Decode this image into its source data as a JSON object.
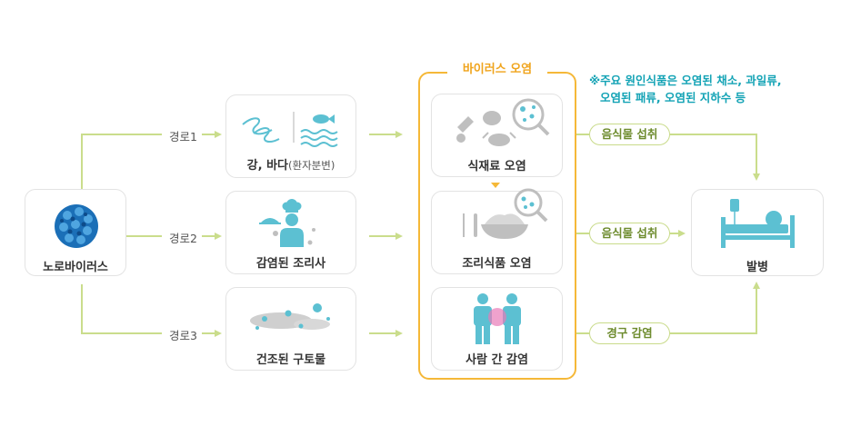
{
  "source": {
    "label": "노로바이러스"
  },
  "routes": [
    {
      "label": "경로1",
      "box_main": "강, 바다",
      "box_sub": "(환자분변)"
    },
    {
      "label": "경로2",
      "box_main": "감염된 조리사",
      "box_sub": ""
    },
    {
      "label": "경로3",
      "box_main": "건조된 구토물",
      "box_sub": ""
    }
  ],
  "virus_contamination": {
    "title": "바이러스 오염",
    "items": [
      "식재료 오염",
      "조리식품 오염",
      "사람 간 감염"
    ]
  },
  "note": {
    "line1": "※주요 원인식품은 오염된 채소, 과일류,",
    "line2": "오염된 패류, 오염된 지하수 등"
  },
  "pathways": [
    "음식물 섭취",
    "음식물 섭취",
    "경구 감염"
  ],
  "outcome": {
    "label": "발병"
  },
  "colors": {
    "arrow": "#cadd8c",
    "accent_orange": "#f5b838",
    "note_teal": "#13a3b5",
    "icon_teal": "#5cc0d2",
    "icon_gray": "#bfbfbf"
  }
}
